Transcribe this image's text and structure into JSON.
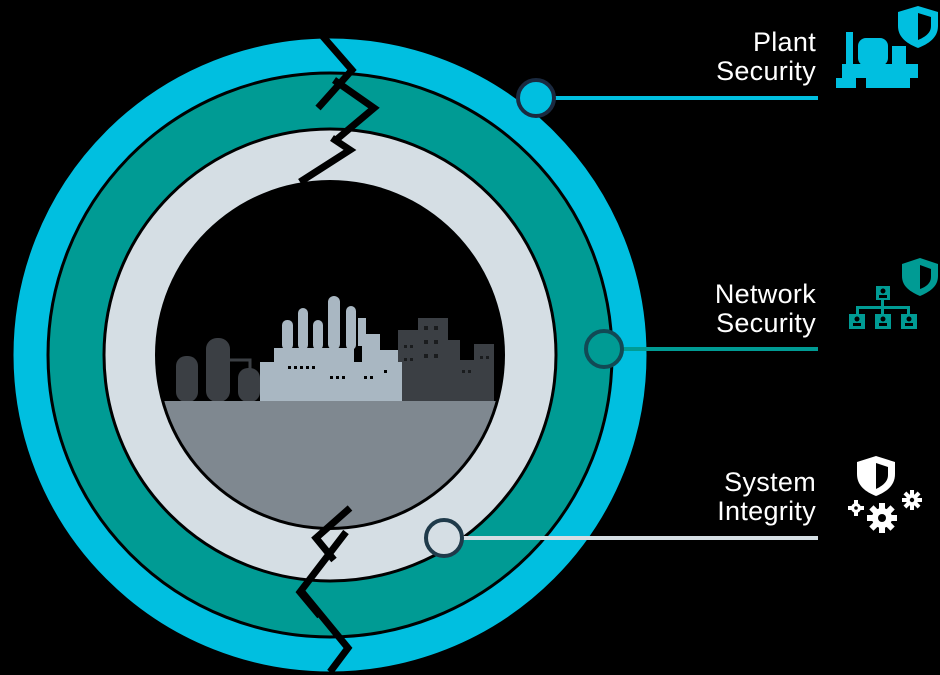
{
  "layers": [
    {
      "id": "plant",
      "line1": "Plant",
      "line2": "Security",
      "icon": "plant-shield-icon",
      "ring_color": "#00bfe0",
      "line_color": "#00bfe0"
    },
    {
      "id": "network",
      "line1": "Network",
      "line2": "Security",
      "icon": "network-shield-icon",
      "ring_color": "#009b94",
      "line_color": "#009b94"
    },
    {
      "id": "system",
      "line1": "System",
      "line2": "Integrity",
      "icon": "gears-shield-icon",
      "ring_color": "#d5dee4",
      "line_color": "#d5dee4"
    }
  ],
  "colors": {
    "background": "#000000",
    "outer_ring": "#00bfe0",
    "middle_ring": "#009b94",
    "inner_ring": "#d5dee4",
    "ground": "#7f8890",
    "plant_buildings": "#a9b7c2",
    "city_buildings": "#3b3f44",
    "icon_blue": "#00bfe0",
    "icon_teal": "#009b94",
    "icon_white": "#ffffff"
  }
}
